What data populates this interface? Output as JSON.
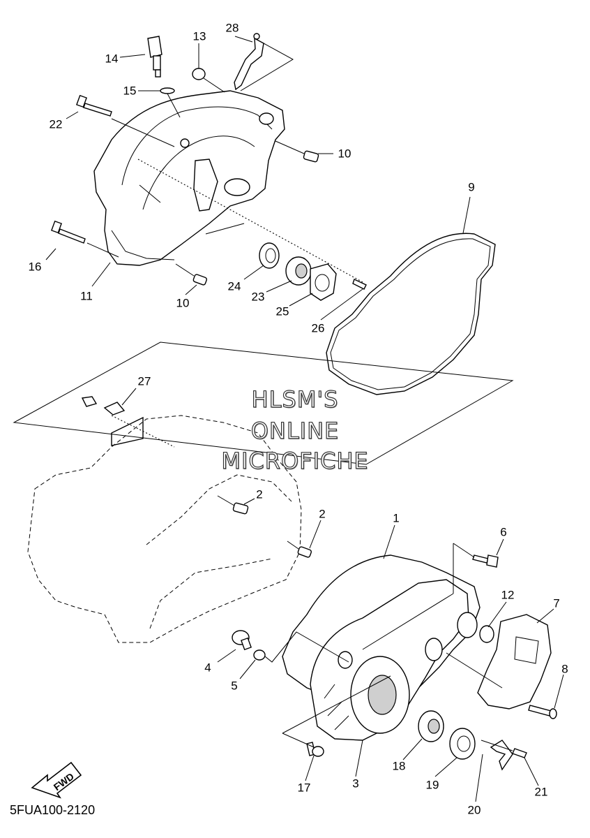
{
  "diagram": {
    "code": "5FUA100-2120",
    "watermark": [
      "HLSM'S",
      "ONLINE",
      "MICROFICHE"
    ],
    "fwd_label": "FWD",
    "callouts": {
      "c1": "1",
      "c2a": "2",
      "c2b": "2",
      "c3": "3",
      "c4": "4",
      "c5": "5",
      "c6": "6",
      "c7": "7",
      "c8": "8",
      "c9": "9",
      "c10a": "10",
      "c10b": "10",
      "c11": "11",
      "c12": "12",
      "c13": "13",
      "c14": "14",
      "c15": "15",
      "c16": "16",
      "c17": "17",
      "c18": "18",
      "c19": "19",
      "c20": "20",
      "c21": "21",
      "c22": "22",
      "c23": "23",
      "c24": "24",
      "c25": "25",
      "c26": "26",
      "c27": "27",
      "c28": "28"
    }
  }
}
